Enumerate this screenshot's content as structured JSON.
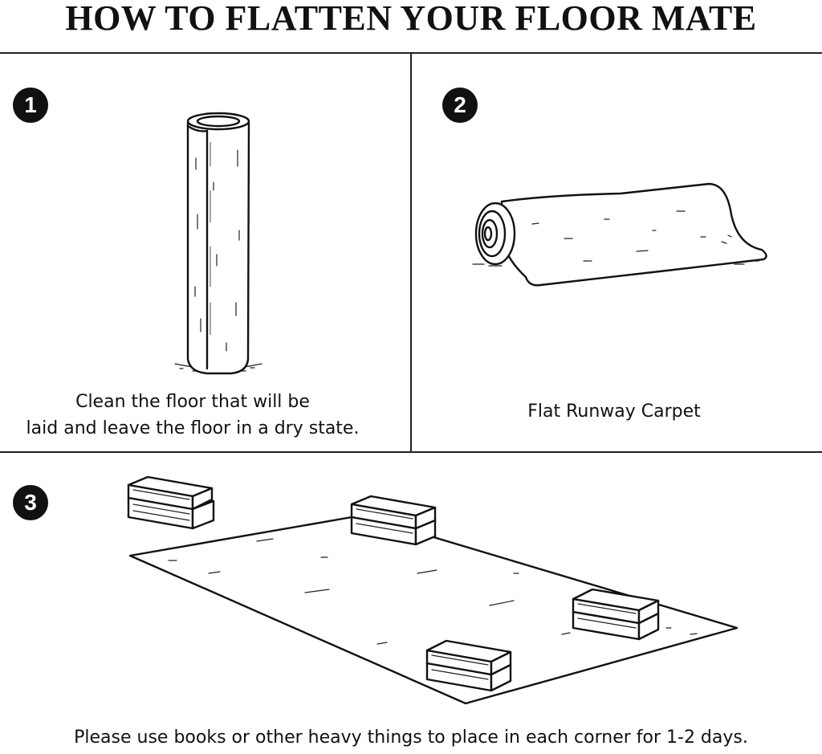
{
  "title": "HOW TO FLATTEN YOUR FLOOR MATE",
  "steps": [
    {
      "number": "1",
      "caption_line1": "Clean the floor that will be",
      "caption_line2": "laid and leave the floor in a dry state."
    },
    {
      "number": "2",
      "caption_line1": "Flat Runway Carpet"
    },
    {
      "number": "3",
      "caption_line1": "Please use books or other heavy things to place in each corner for 1-2 days."
    }
  ],
  "colors": {
    "ink": "#111111",
    "background": "#ffffff"
  }
}
